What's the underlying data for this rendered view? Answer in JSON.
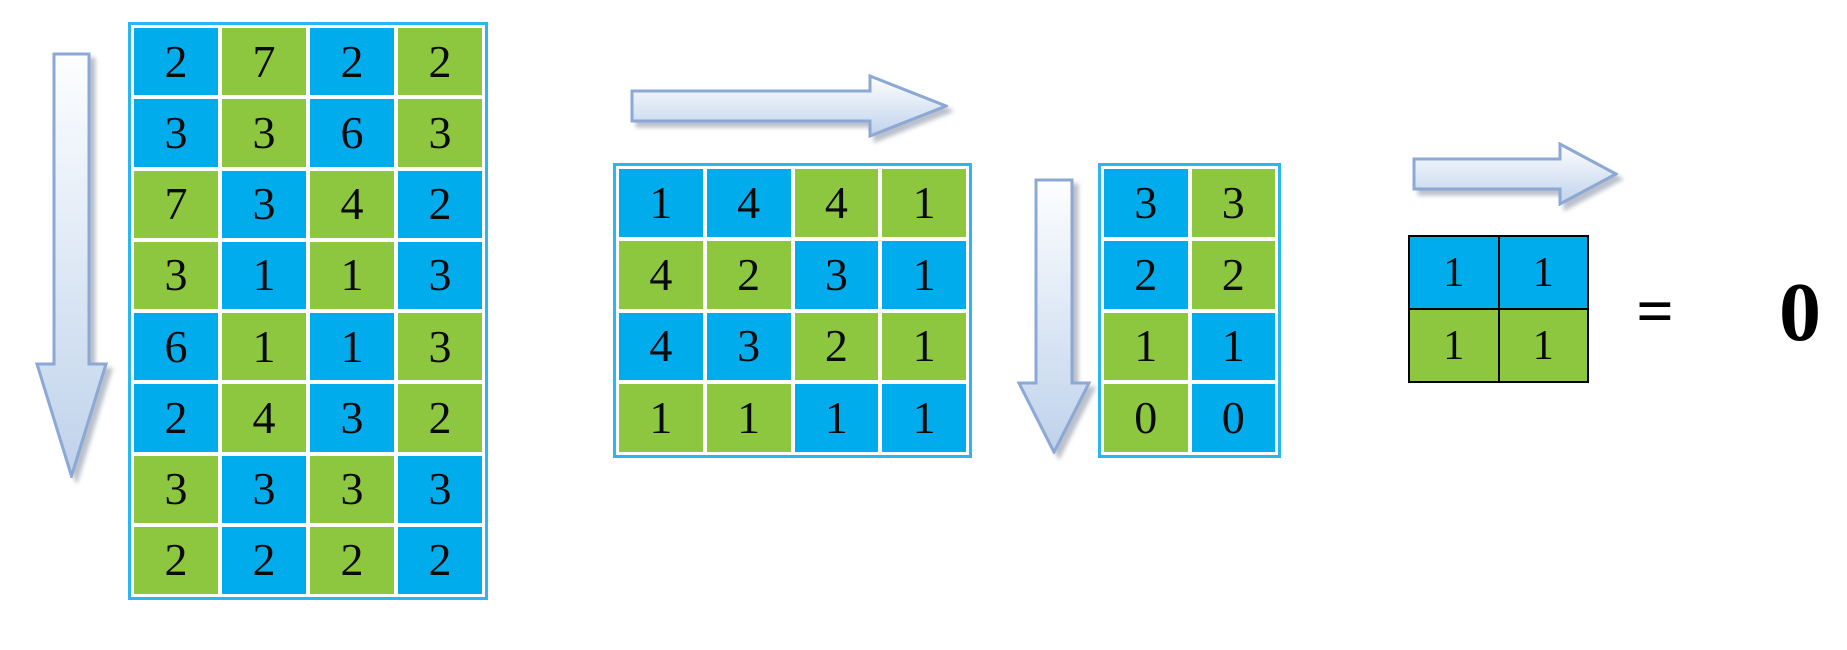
{
  "figure": {
    "description": "Sequence of number grids reduced step by step to a 2x2 grid equal to zero",
    "equation": {
      "equals_sign": "=",
      "result_value": "0"
    }
  },
  "palette": {
    "cell_blue": "#00acec",
    "cell_green": "#8dc63f",
    "grid_frame_blue": "#29b6f2",
    "black_frame": "#000000",
    "arrow_fill_light": "#fdfeff",
    "arrow_fill_dark": "#bfd2eb",
    "arrow_stroke": "#8ca8d4",
    "digit_color": "#0a0a0a"
  },
  "arrows": [
    {
      "id": "arrow-down-left",
      "direction": "down"
    },
    {
      "id": "arrow-right-mid",
      "direction": "right"
    },
    {
      "id": "arrow-down-mid",
      "direction": "down"
    },
    {
      "id": "arrow-right-end",
      "direction": "right"
    }
  ],
  "matrices": [
    {
      "id": "m1",
      "rows": 8,
      "cols": 4,
      "frame": "blue",
      "values": [
        [
          2,
          7,
          2,
          2
        ],
        [
          3,
          3,
          6,
          3
        ],
        [
          7,
          3,
          4,
          2
        ],
        [
          3,
          1,
          1,
          3
        ],
        [
          6,
          1,
          1,
          3
        ],
        [
          2,
          4,
          3,
          2
        ],
        [
          3,
          3,
          3,
          3
        ],
        [
          2,
          2,
          2,
          2
        ]
      ],
      "colors": [
        [
          "b",
          "g",
          "b",
          "g"
        ],
        [
          "b",
          "g",
          "b",
          "g"
        ],
        [
          "g",
          "b",
          "g",
          "b"
        ],
        [
          "g",
          "b",
          "g",
          "b"
        ],
        [
          "b",
          "g",
          "b",
          "g"
        ],
        [
          "b",
          "g",
          "b",
          "g"
        ],
        [
          "g",
          "b",
          "g",
          "b"
        ],
        [
          "g",
          "b",
          "g",
          "b"
        ]
      ]
    },
    {
      "id": "m2",
      "rows": 4,
      "cols": 4,
      "frame": "blue",
      "values": [
        [
          1,
          4,
          4,
          1
        ],
        [
          4,
          2,
          3,
          1
        ],
        [
          4,
          3,
          2,
          1
        ],
        [
          1,
          1,
          1,
          1
        ]
      ],
      "colors": [
        [
          "b",
          "b",
          "g",
          "g"
        ],
        [
          "g",
          "g",
          "b",
          "b"
        ],
        [
          "b",
          "b",
          "g",
          "g"
        ],
        [
          "g",
          "g",
          "b",
          "b"
        ]
      ]
    },
    {
      "id": "m3",
      "rows": 4,
      "cols": 2,
      "frame": "blue",
      "values": [
        [
          3,
          3
        ],
        [
          2,
          2
        ],
        [
          1,
          1
        ],
        [
          0,
          0
        ]
      ],
      "colors": [
        [
          "b",
          "g"
        ],
        [
          "b",
          "g"
        ],
        [
          "g",
          "b"
        ],
        [
          "g",
          "b"
        ]
      ]
    },
    {
      "id": "m4",
      "rows": 2,
      "cols": 2,
      "frame": "black",
      "values": [
        [
          1,
          1
        ],
        [
          1,
          1
        ]
      ],
      "colors": [
        [
          "b",
          "b"
        ],
        [
          "g",
          "g"
        ]
      ]
    }
  ]
}
